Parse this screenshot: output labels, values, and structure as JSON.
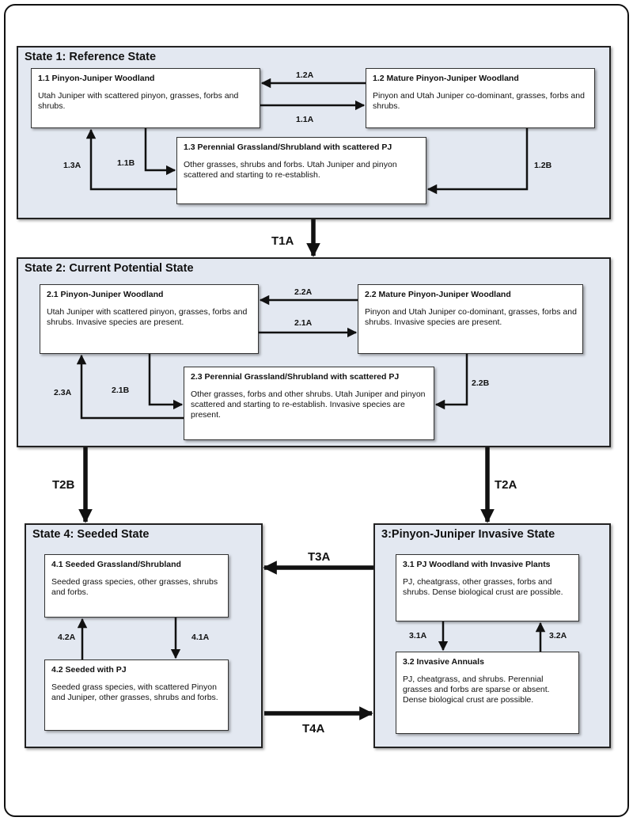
{
  "states": {
    "s1": {
      "title": "State 1: Reference State",
      "boxes": {
        "b11": {
          "title": "1.1 Pinyon-Juniper Woodland",
          "text": "Utah Juniper with scattered pinyon, grasses, forbs and shrubs."
        },
        "b12": {
          "title": "1.2 Mature Pinyon-Juniper Woodland",
          "text": "Pinyon and Utah Juniper co-dominant, grasses, forbs and shrubs."
        },
        "b13": {
          "title": "1.3 Perennial Grassland/Shrubland with scattered PJ",
          "text": "Other grasses, shrubs and forbs.  Utah Juniper and pinyon scattered and starting to re-establish."
        }
      }
    },
    "s2": {
      "title": "State 2: Current Potential State",
      "boxes": {
        "b21": {
          "title": "2.1 Pinyon-Juniper Woodland",
          "text": "Utah Juniper with scattered pinyon, grasses, forbs and shrubs.  Invasive species are present."
        },
        "b22": {
          "title": "2.2 Mature Pinyon-Juniper Woodland",
          "text": "Pinyon and Utah Juniper co-dominant, grasses, forbs and shrubs.  Invasive species are present."
        },
        "b23": {
          "title": "2.3 Perennial Grassland/Shrubland with scattered PJ",
          "text": "Other grasses, forbs and other shrubs.  Utah Juniper and pinyon scattered and starting to re-establish. Invasive species are present."
        }
      }
    },
    "s3": {
      "title": "3:Pinyon-Juniper Invasive State",
      "boxes": {
        "b31": {
          "title": "3.1 PJ Woodland with Invasive Plants",
          "text": "PJ, cheatgrass, other grasses, forbs and shrubs.  Dense biological crust are possible."
        },
        "b32": {
          "title": "3.2 Invasive  Annuals",
          "text": "PJ, cheatgrass,  and shrubs.  Perennial grasses and forbs are sparse or absent. Dense biological crust are possible."
        }
      }
    },
    "s4": {
      "title": "State 4:  Seeded State",
      "boxes": {
        "b41": {
          "title": "4.1 Seeded Grassland/Shrubland",
          "text": "Seeded grass species, other grasses, shrubs and forbs."
        },
        "b42": {
          "title": "4.2 Seeded  with PJ",
          "text": "Seeded grass species, with scattered Pinyon and Juniper, other grasses, shrubs and forbs."
        }
      }
    }
  },
  "pathways": {
    "p12A": "1.2A",
    "p11A": "1.1A",
    "p13A": "1.3A",
    "p11B": "1.1B",
    "p12B": "1.2B",
    "p22A": "2.2A",
    "p21A": "2.1A",
    "p23A": "2.3A",
    "p21B": "2.1B",
    "p22B": "2.2B",
    "p31A": "3.1A",
    "p32A": "3.2A",
    "p42A": "4.2A",
    "p41A": "4.1A"
  },
  "transitions": {
    "T1A": "T1A",
    "T2B": "T2B",
    "T2A": "T2A",
    "T3A": "T3A",
    "T4A": "T4A"
  },
  "colors": {
    "state_fill": "#e3e8f1",
    "line": "#111111",
    "box_fill": "#ffffff"
  }
}
